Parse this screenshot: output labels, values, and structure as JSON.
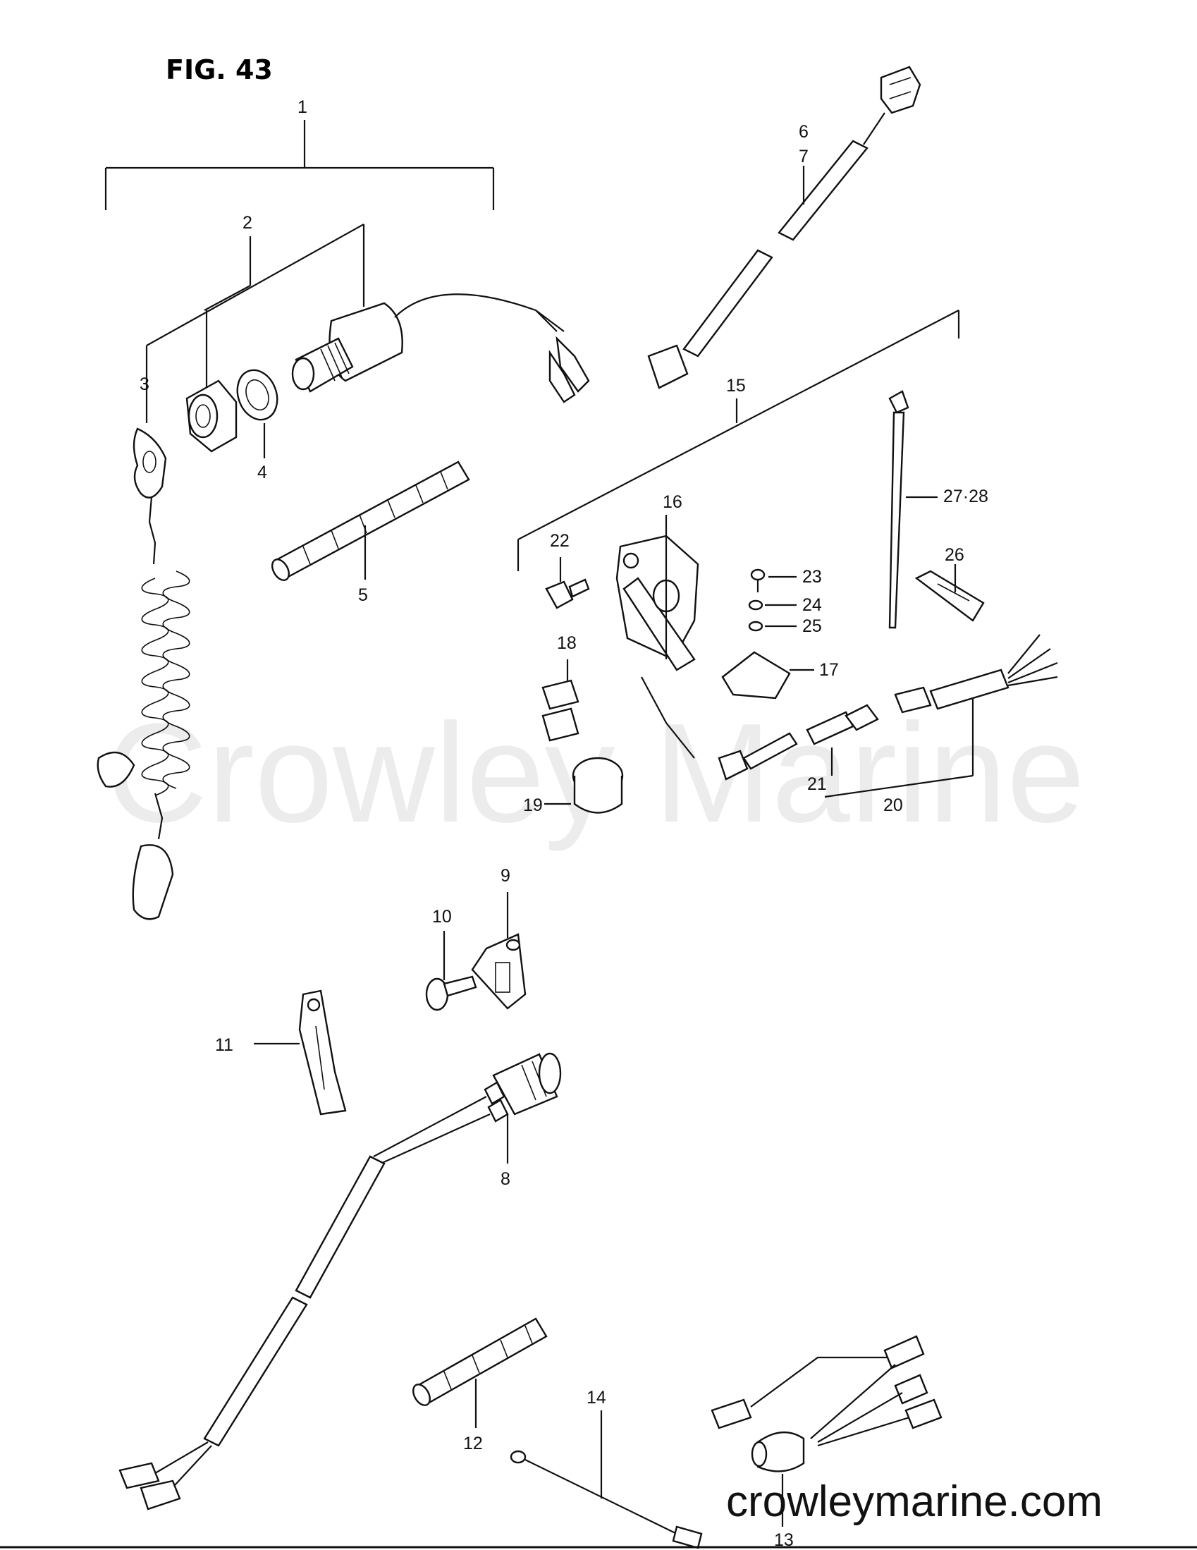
{
  "figure": {
    "title": "FIG. 43"
  },
  "watermark": {
    "text": "Crowley Marine"
  },
  "footer": {
    "site": "crowleymarine.com"
  },
  "callouts": {
    "c1": "1",
    "c2": "2",
    "c3": "3",
    "c4": "4",
    "c5": "5",
    "c6": "6",
    "c7": "7",
    "c8": "8",
    "c9": "9",
    "c10": "10",
    "c11": "11",
    "c12": "12",
    "c13": "13",
    "c14": "14",
    "c15": "15",
    "c16": "16",
    "c17": "17",
    "c18": "18",
    "c19": "19",
    "c20": "20",
    "c21": "21",
    "c22": "22",
    "c23": "23",
    "c24": "24",
    "c25": "25",
    "c26": "26",
    "c2728": "27·28"
  }
}
